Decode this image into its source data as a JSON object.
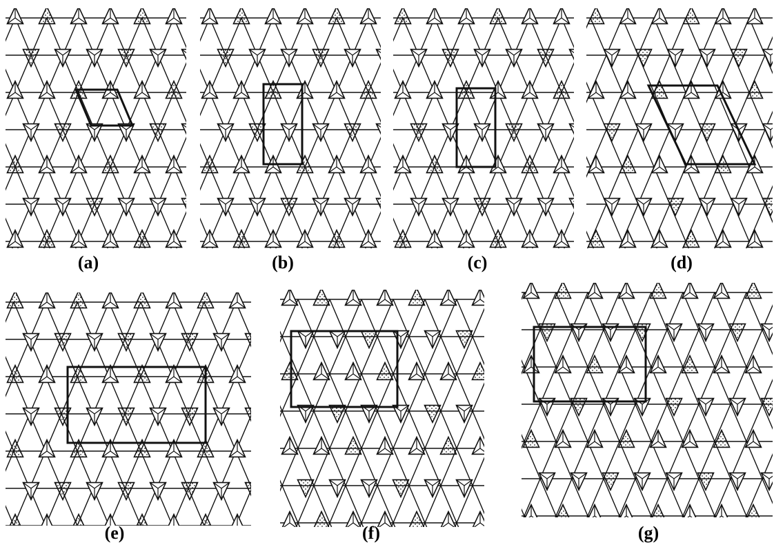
{
  "panels": [
    {
      "id": "a",
      "label": "(a)",
      "cell": "rhombus",
      "shade": "A"
    },
    {
      "id": "b",
      "label": "(b)",
      "cell": "rect",
      "shade": "A"
    },
    {
      "id": "c",
      "label": "(c)",
      "cell": "rect",
      "shade": "B"
    },
    {
      "id": "d",
      "label": "(d)",
      "cell": "rhombus-large",
      "shade": "B"
    },
    {
      "id": "e",
      "label": "(e)",
      "cell": "rect-wide",
      "shade": "C"
    },
    {
      "id": "f",
      "label": "(f)",
      "cell": "rect-wide",
      "shade": "D"
    },
    {
      "id": "g",
      "label": "(g)",
      "cell": "rect-wide",
      "shade": "A"
    }
  ],
  "colors": {
    "line": "#111111",
    "paper": "#ffffff",
    "stipple": "#222222"
  }
}
